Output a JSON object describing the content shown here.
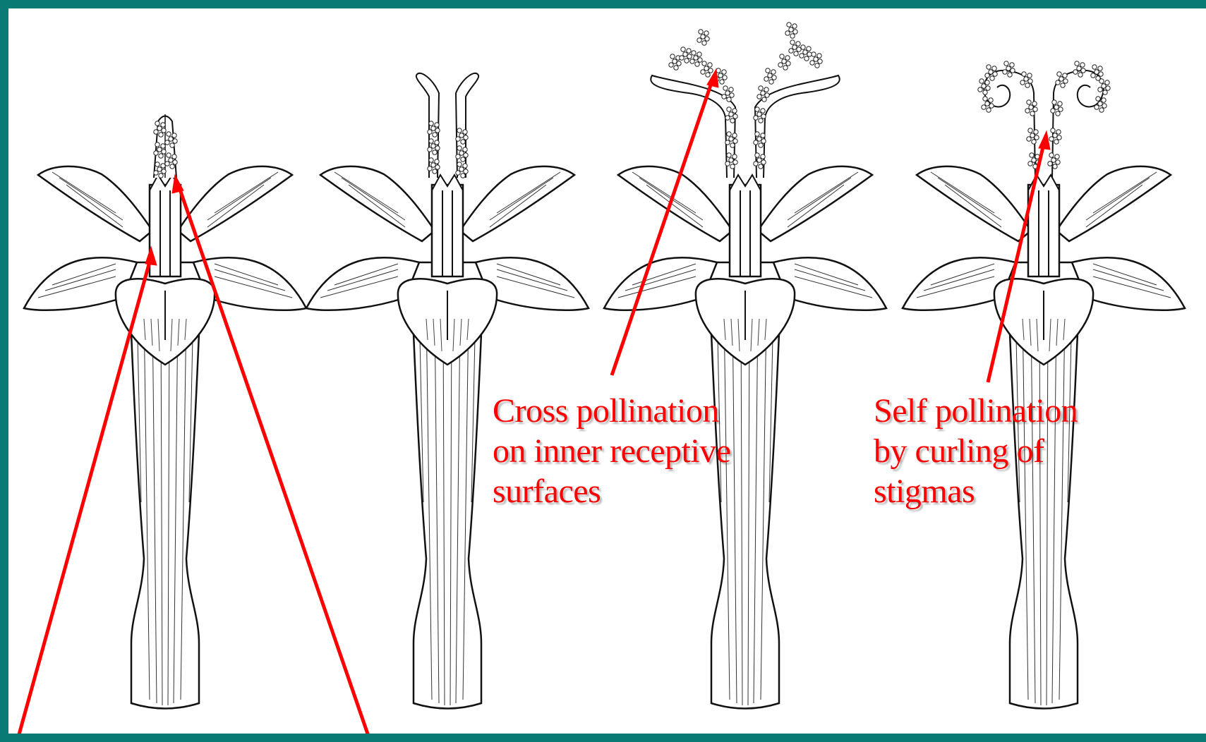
{
  "theme": {
    "frame_color": "#0a7a74",
    "background": "#ffffff",
    "annotation_color": "#ff0000",
    "line_color": "#111111"
  },
  "flowers": [
    {
      "name": "flower-bud-stage",
      "stigma": "closed"
    },
    {
      "name": "flower-opening-stage",
      "stigma": "spreading"
    },
    {
      "name": "flower-cross-pollination-stage",
      "stigma": "outspread-with-pollen"
    },
    {
      "name": "flower-self-pollination-stage",
      "stigma": "curled"
    }
  ],
  "annotations": {
    "cross_pollination": "Cross pollination\non inner receptive\nsurfaces",
    "self_pollination": "Self pollination\nby curling of\nstigmas"
  }
}
